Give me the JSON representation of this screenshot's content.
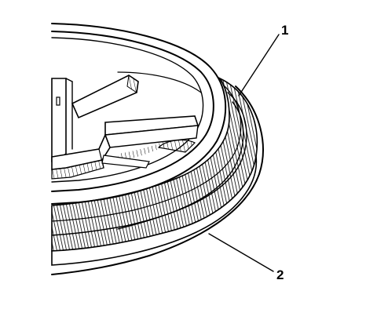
{
  "diagram": {
    "callouts": [
      {
        "id": "1",
        "label": "1"
      },
      {
        "id": "2",
        "label": "2"
      }
    ],
    "colors": {
      "ink": "#000000",
      "paper": "#ffffff",
      "hatch": "#000000"
    }
  }
}
